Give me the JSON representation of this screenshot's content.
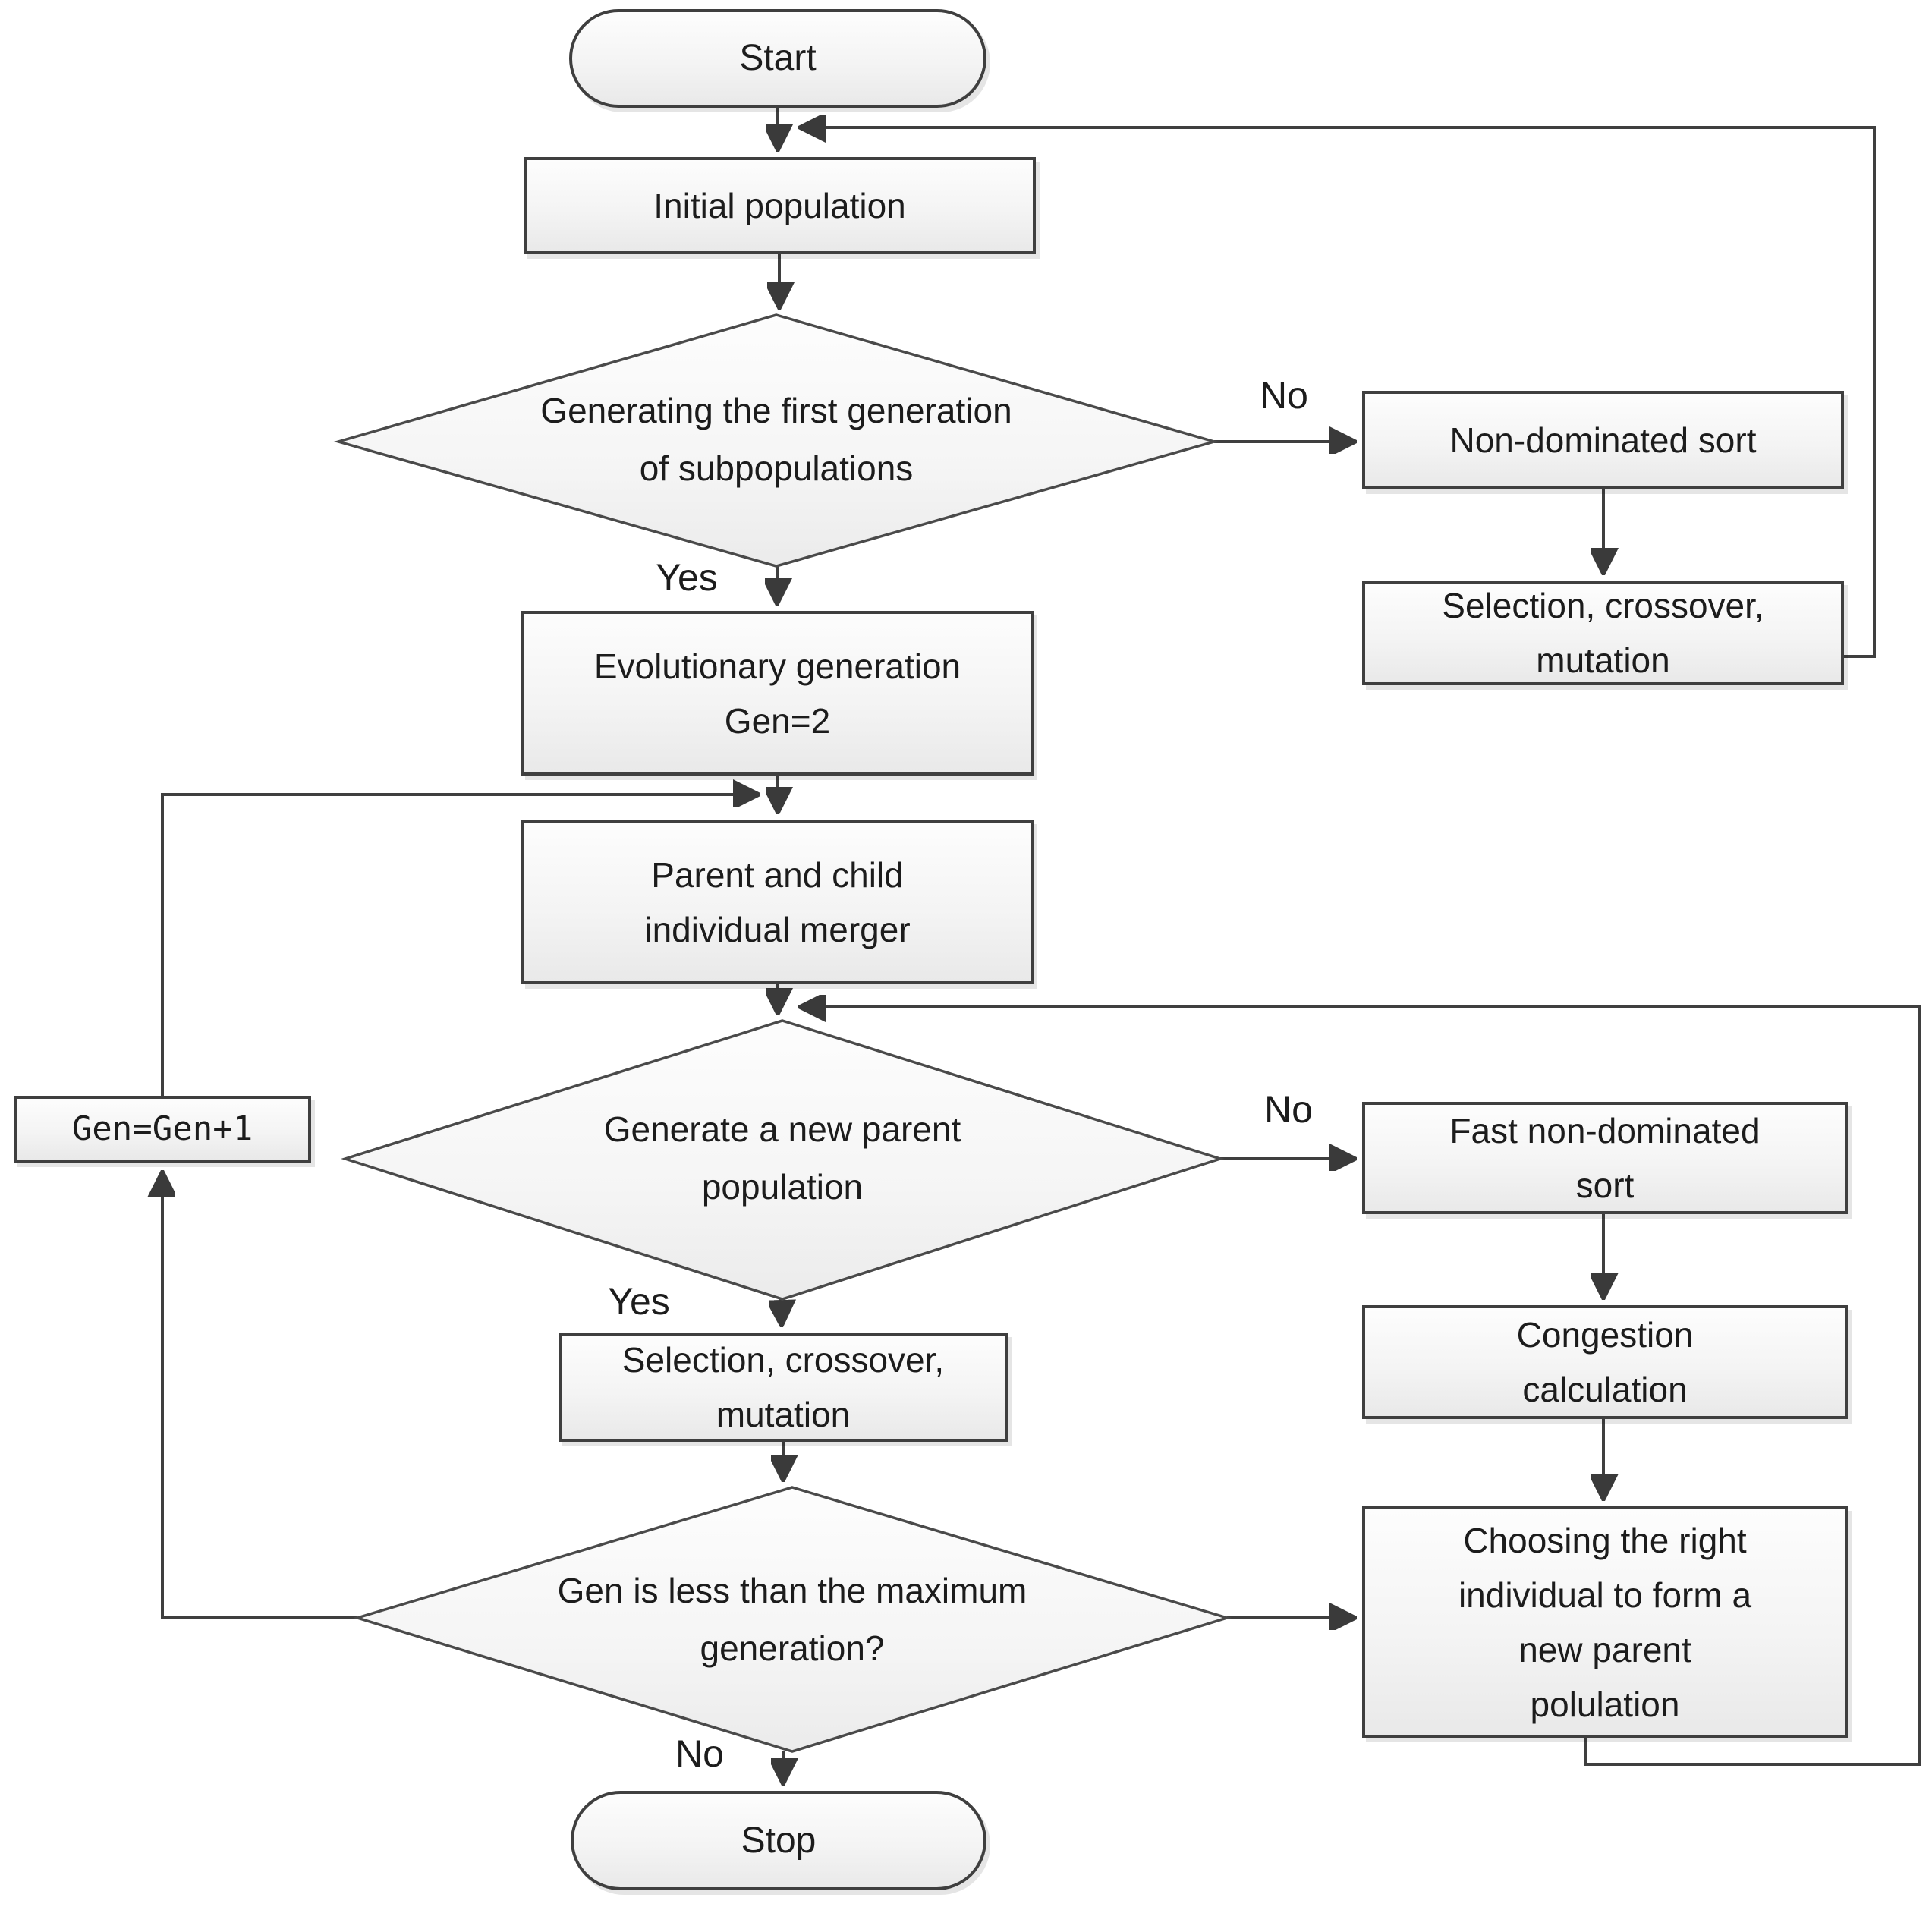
{
  "diagram_type": "flowchart",
  "colors": {
    "background": "#ffffff",
    "node_border": "#3f3f3f",
    "node_fill": "#f4f4f4",
    "connector": "#3f3f3f",
    "text": "#1c1c1c"
  },
  "nodes": {
    "start": {
      "label": "Start"
    },
    "initial_population": {
      "label": "Initial population"
    },
    "decision_first_generation": {
      "line1": "Generating the first generation",
      "line2": "of subpopulations"
    },
    "non_dominated_sort": {
      "label": "Non-dominated sort"
    },
    "selection_crossover_mutation_top": {
      "line1": "Selection, crossover,",
      "line2": "mutation"
    },
    "evolutionary_generation": {
      "line1": "Evolutionary generation",
      "line2": "Gen=2"
    },
    "parent_child_merger": {
      "line1": "Parent and child",
      "line2": "individual merger"
    },
    "decision_new_parent": {
      "line1": "Generate a new parent",
      "line2": "population"
    },
    "fast_non_dominated_sort": {
      "line1": "Fast non-dominated",
      "line2": "sort"
    },
    "congestion_calculation": {
      "line1": "Congestion",
      "line2": "calculation"
    },
    "selection_crossover_mutation_mid": {
      "line1": "Selection, crossover,",
      "line2": "mutation"
    },
    "choosing_individual": {
      "line1": "Choosing the right",
      "line2": "individual to form a",
      "line3": "new parent",
      "line4": "polulation"
    },
    "gen_increment": {
      "label": "Gen=Gen+1"
    },
    "decision_max_generation": {
      "line1": "Gen is less than the maximum",
      "line2": "generation?"
    },
    "stop": {
      "label": "Stop"
    }
  },
  "labels": {
    "yes_first": "Yes",
    "no_first": "No",
    "yes_second": "Yes",
    "no_second": "No",
    "no_third": "No"
  }
}
